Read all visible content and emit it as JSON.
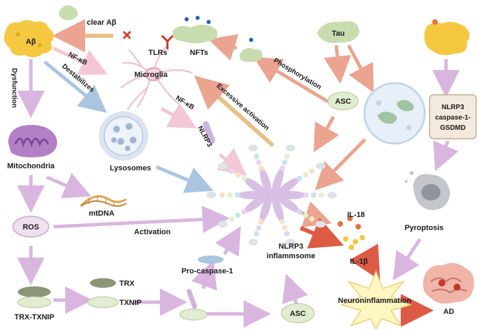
{
  "nodes": {
    "abeta": "Aβ",
    "dysfunction": "Dysfunction",
    "mitochondria": "Mitochondria",
    "ros": "ROS",
    "mtdna": "mtDNA",
    "trx_txnip": "TRX-TXNIP",
    "trx": "TRX",
    "txnip": "TXNIP",
    "destabilizes": "Destabilizes",
    "lysosomes": "Lysosomes",
    "nfkb_1": "NF-κB",
    "nfkb_2": "NF-κB",
    "clear_abeta": "clear Aβ",
    "tlrs": "TLRs",
    "nfts": "NFTs",
    "microglia": "Microglia",
    "nlrp3": "NLRP3",
    "excessive_activation": "Excessive activation",
    "phosphorylation": "Phosphorylation",
    "tau": "Tau",
    "asc_top": "ASC",
    "nlrp3_caspase_line1": "NLRP3",
    "nlrp3_caspase_line2": "caspase-1-",
    "nlrp3_caspase_line3": "GSDMD",
    "pyroptosis": "Pyroptosis",
    "il18": "IL-18",
    "il1b": "IL-1β",
    "activation": "Activation",
    "pro_caspase": "Pro-caspase-1",
    "inflammasome_line1": "NLRP3",
    "inflammasome_line2": "inflammsome",
    "asc_bottom": "ASC",
    "neuroinflammation": "Neuroninflammation",
    "ad": "AD"
  },
  "colors": {
    "purple_arrow": "#d9b6e0",
    "orange_arrow": "#eaa48f",
    "red_arrow": "#dd5b45",
    "blue_arrow": "#a9c5e0",
    "tan_arrow": "#e8c088",
    "pink_arrow": "#f3c7d3",
    "abeta_yellow": "#f5c842",
    "tau_green": "#c8dcb0",
    "star_yellow": "#fff6c0"
  }
}
